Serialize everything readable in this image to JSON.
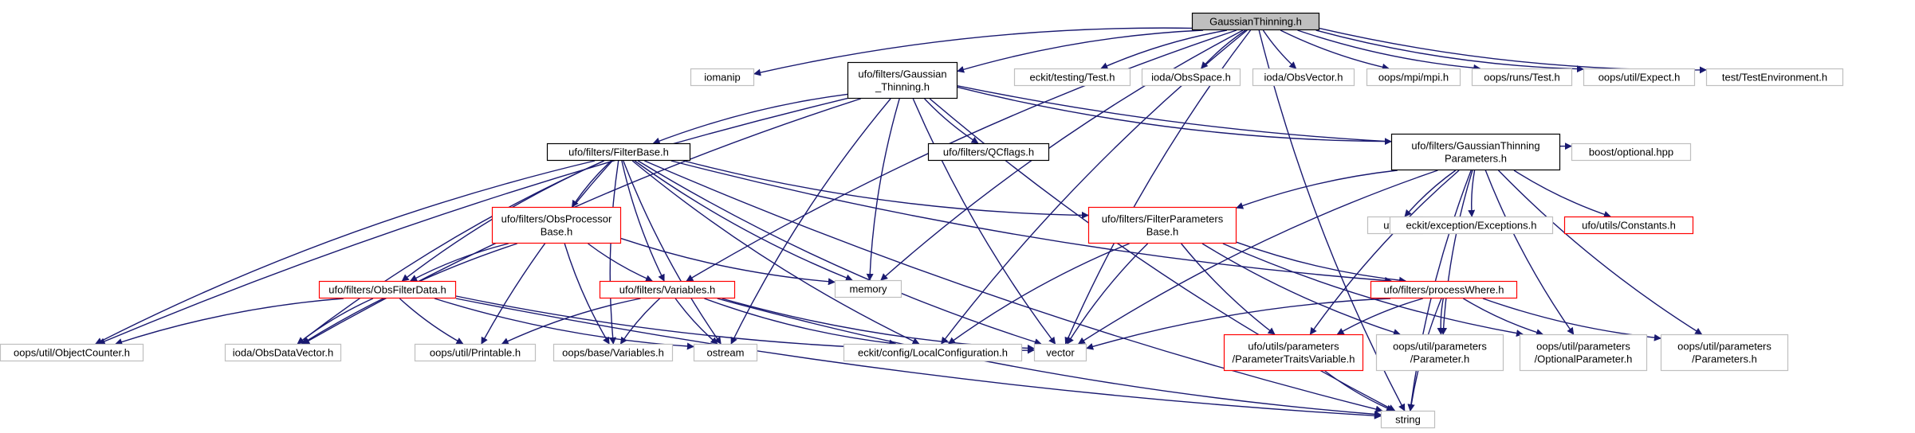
{
  "colors": {
    "edge": "#191970",
    "border_black": "#000000",
    "border_gray": "#bfbfbf",
    "border_red": "#ff0000",
    "root_fill": "#bfbfbf",
    "fill": "#ffffff"
  },
  "nodes": [
    {
      "id": "root",
      "label": [
        "GaussianThinning.h"
      ],
      "style": "root"
    },
    {
      "id": "iomanip",
      "label": [
        "iomanip"
      ],
      "style": "gray"
    },
    {
      "id": "gt",
      "label": [
        "ufo/filters/Gaussian",
        "_Thinning.h"
      ],
      "style": "black"
    },
    {
      "id": "eckit_test",
      "label": [
        "eckit/testing/Test.h"
      ],
      "style": "gray"
    },
    {
      "id": "ioda_space",
      "label": [
        "ioda/ObsSpace.h"
      ],
      "style": "gray"
    },
    {
      "id": "ioda_vector",
      "label": [
        "ioda/ObsVector.h"
      ],
      "style": "gray"
    },
    {
      "id": "oops_mpi",
      "label": [
        "oops/mpi/mpi.h"
      ],
      "style": "gray"
    },
    {
      "id": "oops_runs",
      "label": [
        "oops/runs/Test.h"
      ],
      "style": "gray"
    },
    {
      "id": "oops_expect",
      "label": [
        "oops/util/Expect.h"
      ],
      "style": "gray"
    },
    {
      "id": "testenv",
      "label": [
        "test/TestEnvironment.h"
      ],
      "style": "gray"
    },
    {
      "id": "filterbase",
      "label": [
        "ufo/filters/FilterBase.h"
      ],
      "style": "black"
    },
    {
      "id": "qcflags",
      "label": [
        "ufo/filters/QCflags.h"
      ],
      "style": "black"
    },
    {
      "id": "gtparams",
      "label": [
        "ufo/filters/GaussianThinning",
        "Parameters.h"
      ],
      "style": "black"
    },
    {
      "id": "boost_opt",
      "label": [
        "boost/optional.hpp"
      ],
      "style": "gray"
    },
    {
      "id": "obsproc",
      "label": [
        "ufo/filters/ObsProcessor",
        "Base.h"
      ],
      "style": "red"
    },
    {
      "id": "memory",
      "label": [
        "memory"
      ],
      "style": "gray"
    },
    {
      "id": "fparams",
      "label": [
        "ufo/filters/FilterParameters",
        "Base.h"
      ],
      "style": "red"
    },
    {
      "id": "utility",
      "label": [
        "utility"
      ],
      "style": "gray"
    },
    {
      "id": "eckit_exc",
      "label": [
        "eckit/exception/Exceptions.h"
      ],
      "style": "gray"
    },
    {
      "id": "constants",
      "label": [
        "ufo/utils/Constants.h"
      ],
      "style": "red"
    },
    {
      "id": "obsfilterdata",
      "label": [
        "ufo/filters/ObsFilterData.h"
      ],
      "style": "red"
    },
    {
      "id": "variables",
      "label": [
        "ufo/filters/Variables.h"
      ],
      "style": "red"
    },
    {
      "id": "processwhere",
      "label": [
        "ufo/filters/processWhere.h"
      ],
      "style": "red"
    },
    {
      "id": "objcounter",
      "label": [
        "oops/util/ObjectCounter.h"
      ],
      "style": "gray"
    },
    {
      "id": "obsdatavector",
      "label": [
        "ioda/ObsDataVector.h"
      ],
      "style": "gray"
    },
    {
      "id": "printable",
      "label": [
        "oops/util/Printable.h"
      ],
      "style": "gray"
    },
    {
      "id": "oops_vars",
      "label": [
        "oops/base/Variables.h"
      ],
      "style": "gray"
    },
    {
      "id": "ostream",
      "label": [
        "ostream"
      ],
      "style": "gray"
    },
    {
      "id": "localconfig",
      "label": [
        "eckit/config/LocalConfiguration.h"
      ],
      "style": "gray"
    },
    {
      "id": "vector",
      "label": [
        "vector"
      ],
      "style": "gray"
    },
    {
      "id": "ptv",
      "label": [
        "ufo/utils/parameters",
        "/ParameterTraitsVariable.h"
      ],
      "style": "red"
    },
    {
      "id": "param",
      "label": [
        "oops/util/parameters",
        "/Parameter.h"
      ],
      "style": "gray"
    },
    {
      "id": "optparam",
      "label": [
        "oops/util/parameters",
        "/OptionalParameter.h"
      ],
      "style": "gray"
    },
    {
      "id": "params",
      "label": [
        "oops/util/parameters",
        "/Parameters.h"
      ],
      "style": "gray"
    },
    {
      "id": "string",
      "label": [
        "string"
      ],
      "style": "gray"
    }
  ],
  "edges": [
    [
      "root",
      "iomanip"
    ],
    [
      "root",
      "gt"
    ],
    [
      "root",
      "eckit_test"
    ],
    [
      "root",
      "ioda_space"
    ],
    [
      "root",
      "ioda_vector"
    ],
    [
      "root",
      "oops_mpi"
    ],
    [
      "root",
      "oops_runs"
    ],
    [
      "root",
      "oops_expect"
    ],
    [
      "root",
      "testenv"
    ],
    [
      "root",
      "memory"
    ],
    [
      "root",
      "variables"
    ],
    [
      "root",
      "localconfig"
    ],
    [
      "root",
      "vector"
    ],
    [
      "root",
      "string"
    ],
    [
      "gt",
      "filterbase"
    ],
    [
      "gt",
      "qcflags"
    ],
    [
      "gt",
      "gtparams"
    ],
    [
      "gt",
      "boost_opt"
    ],
    [
      "gt",
      "memory"
    ],
    [
      "gt",
      "ostream"
    ],
    [
      "gt",
      "vector"
    ],
    [
      "gt",
      "string"
    ],
    [
      "gt",
      "objcounter"
    ],
    [
      "gt",
      "obsdatavector"
    ],
    [
      "filterbase",
      "obsproc"
    ],
    [
      "filterbase",
      "fparams"
    ],
    [
      "filterbase",
      "processwhere"
    ],
    [
      "filterbase",
      "obsfilterdata"
    ],
    [
      "filterbase",
      "variables"
    ],
    [
      "filterbase",
      "memory"
    ],
    [
      "filterbase",
      "objcounter"
    ],
    [
      "filterbase",
      "obsdatavector"
    ],
    [
      "filterbase",
      "printable"
    ],
    [
      "filterbase",
      "oops_vars"
    ],
    [
      "filterbase",
      "ostream"
    ],
    [
      "filterbase",
      "vector"
    ],
    [
      "filterbase",
      "string"
    ],
    [
      "filterbase",
      "localconfig"
    ],
    [
      "gtparams",
      "fparams"
    ],
    [
      "gtparams",
      "utility"
    ],
    [
      "gtparams",
      "eckit_exc"
    ],
    [
      "gtparams",
      "constants"
    ],
    [
      "gtparams",
      "ptv"
    ],
    [
      "gtparams",
      "param"
    ],
    [
      "gtparams",
      "optparam"
    ],
    [
      "gtparams",
      "params"
    ],
    [
      "gtparams",
      "vector"
    ],
    [
      "gtparams",
      "string"
    ],
    [
      "obsproc",
      "obsfilterdata"
    ],
    [
      "obsproc",
      "variables"
    ],
    [
      "obsproc",
      "memory"
    ],
    [
      "obsproc",
      "obsdatavector"
    ],
    [
      "obsproc",
      "oops_vars"
    ],
    [
      "fparams",
      "processwhere"
    ],
    [
      "fparams",
      "ptv"
    ],
    [
      "fparams",
      "param"
    ],
    [
      "fparams",
      "optparam"
    ],
    [
      "fparams",
      "vector"
    ],
    [
      "fparams",
      "localconfig"
    ],
    [
      "obsfilterdata",
      "objcounter"
    ],
    [
      "obsfilterdata",
      "obsdatavector"
    ],
    [
      "obsfilterdata",
      "printable"
    ],
    [
      "obsfilterdata",
      "ostream"
    ],
    [
      "obsfilterdata",
      "string"
    ],
    [
      "obsfilterdata",
      "vector"
    ],
    [
      "variables",
      "printable"
    ],
    [
      "variables",
      "oops_vars"
    ],
    [
      "variables",
      "ostream"
    ],
    [
      "variables",
      "localconfig"
    ],
    [
      "variables",
      "vector"
    ],
    [
      "variables",
      "string"
    ],
    [
      "processwhere",
      "ptv"
    ],
    [
      "processwhere",
      "param"
    ],
    [
      "processwhere",
      "optparam"
    ],
    [
      "processwhere",
      "params"
    ],
    [
      "processwhere",
      "vector"
    ],
    [
      "processwhere",
      "string"
    ],
    [
      "ptv",
      "string"
    ]
  ]
}
